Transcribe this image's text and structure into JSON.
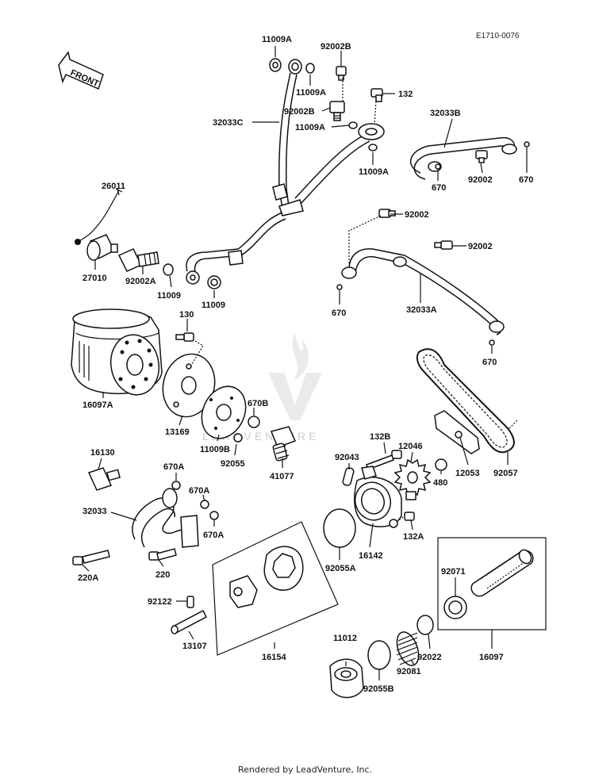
{
  "diagram_code": "E1710-0076",
  "front_arrow_label": "FRONT",
  "watermark_text": "LEADVENTURE",
  "footer": "Rendered by LeadVenture, Inc.",
  "part_labels": {
    "p11009A_1": "11009A",
    "p92002B_1": "92002B",
    "p11009A_2": "11009A",
    "p132": "132",
    "p32033C": "32033C",
    "p92002B_2": "92002B",
    "p11009A_3": "11009A",
    "p11009A_4": "11009A",
    "p32033B": "32033B",
    "p92002_1": "92002",
    "p670_1": "670",
    "p670_2": "670",
    "p26011": "26011",
    "p92002_2": "92002",
    "p92002_3": "92002",
    "p27010": "27010",
    "p92002A": "92002A",
    "p11009_1": "11009",
    "p11009_2": "11009",
    "p670_3": "670",
    "p32033A": "32033A",
    "p130": "130",
    "p670_4": "670",
    "p16097A": "16097A",
    "p670B": "670B",
    "p13169": "13169",
    "p11009B": "11009B",
    "p92055": "92055",
    "p41077": "41077",
    "p16130": "16130",
    "p670A_1": "670A",
    "p132B": "132B",
    "p12046": "12046",
    "p92043": "92043",
    "p480": "480",
    "p12053": "12053",
    "p92057": "92057",
    "p32033": "32033",
    "p670A_2": "670A",
    "p670A_3": "670A",
    "p132A": "132A",
    "p16142": "16142",
    "p92055A": "92055A",
    "p220A": "220A",
    "p220": "220",
    "p92071": "92071",
    "p92122": "92122",
    "p13107": "13107",
    "p16154": "16154",
    "p11012": "11012",
    "p92022": "92022",
    "p92081": "92081",
    "p16097": "16097",
    "p92055B": "92055B"
  }
}
